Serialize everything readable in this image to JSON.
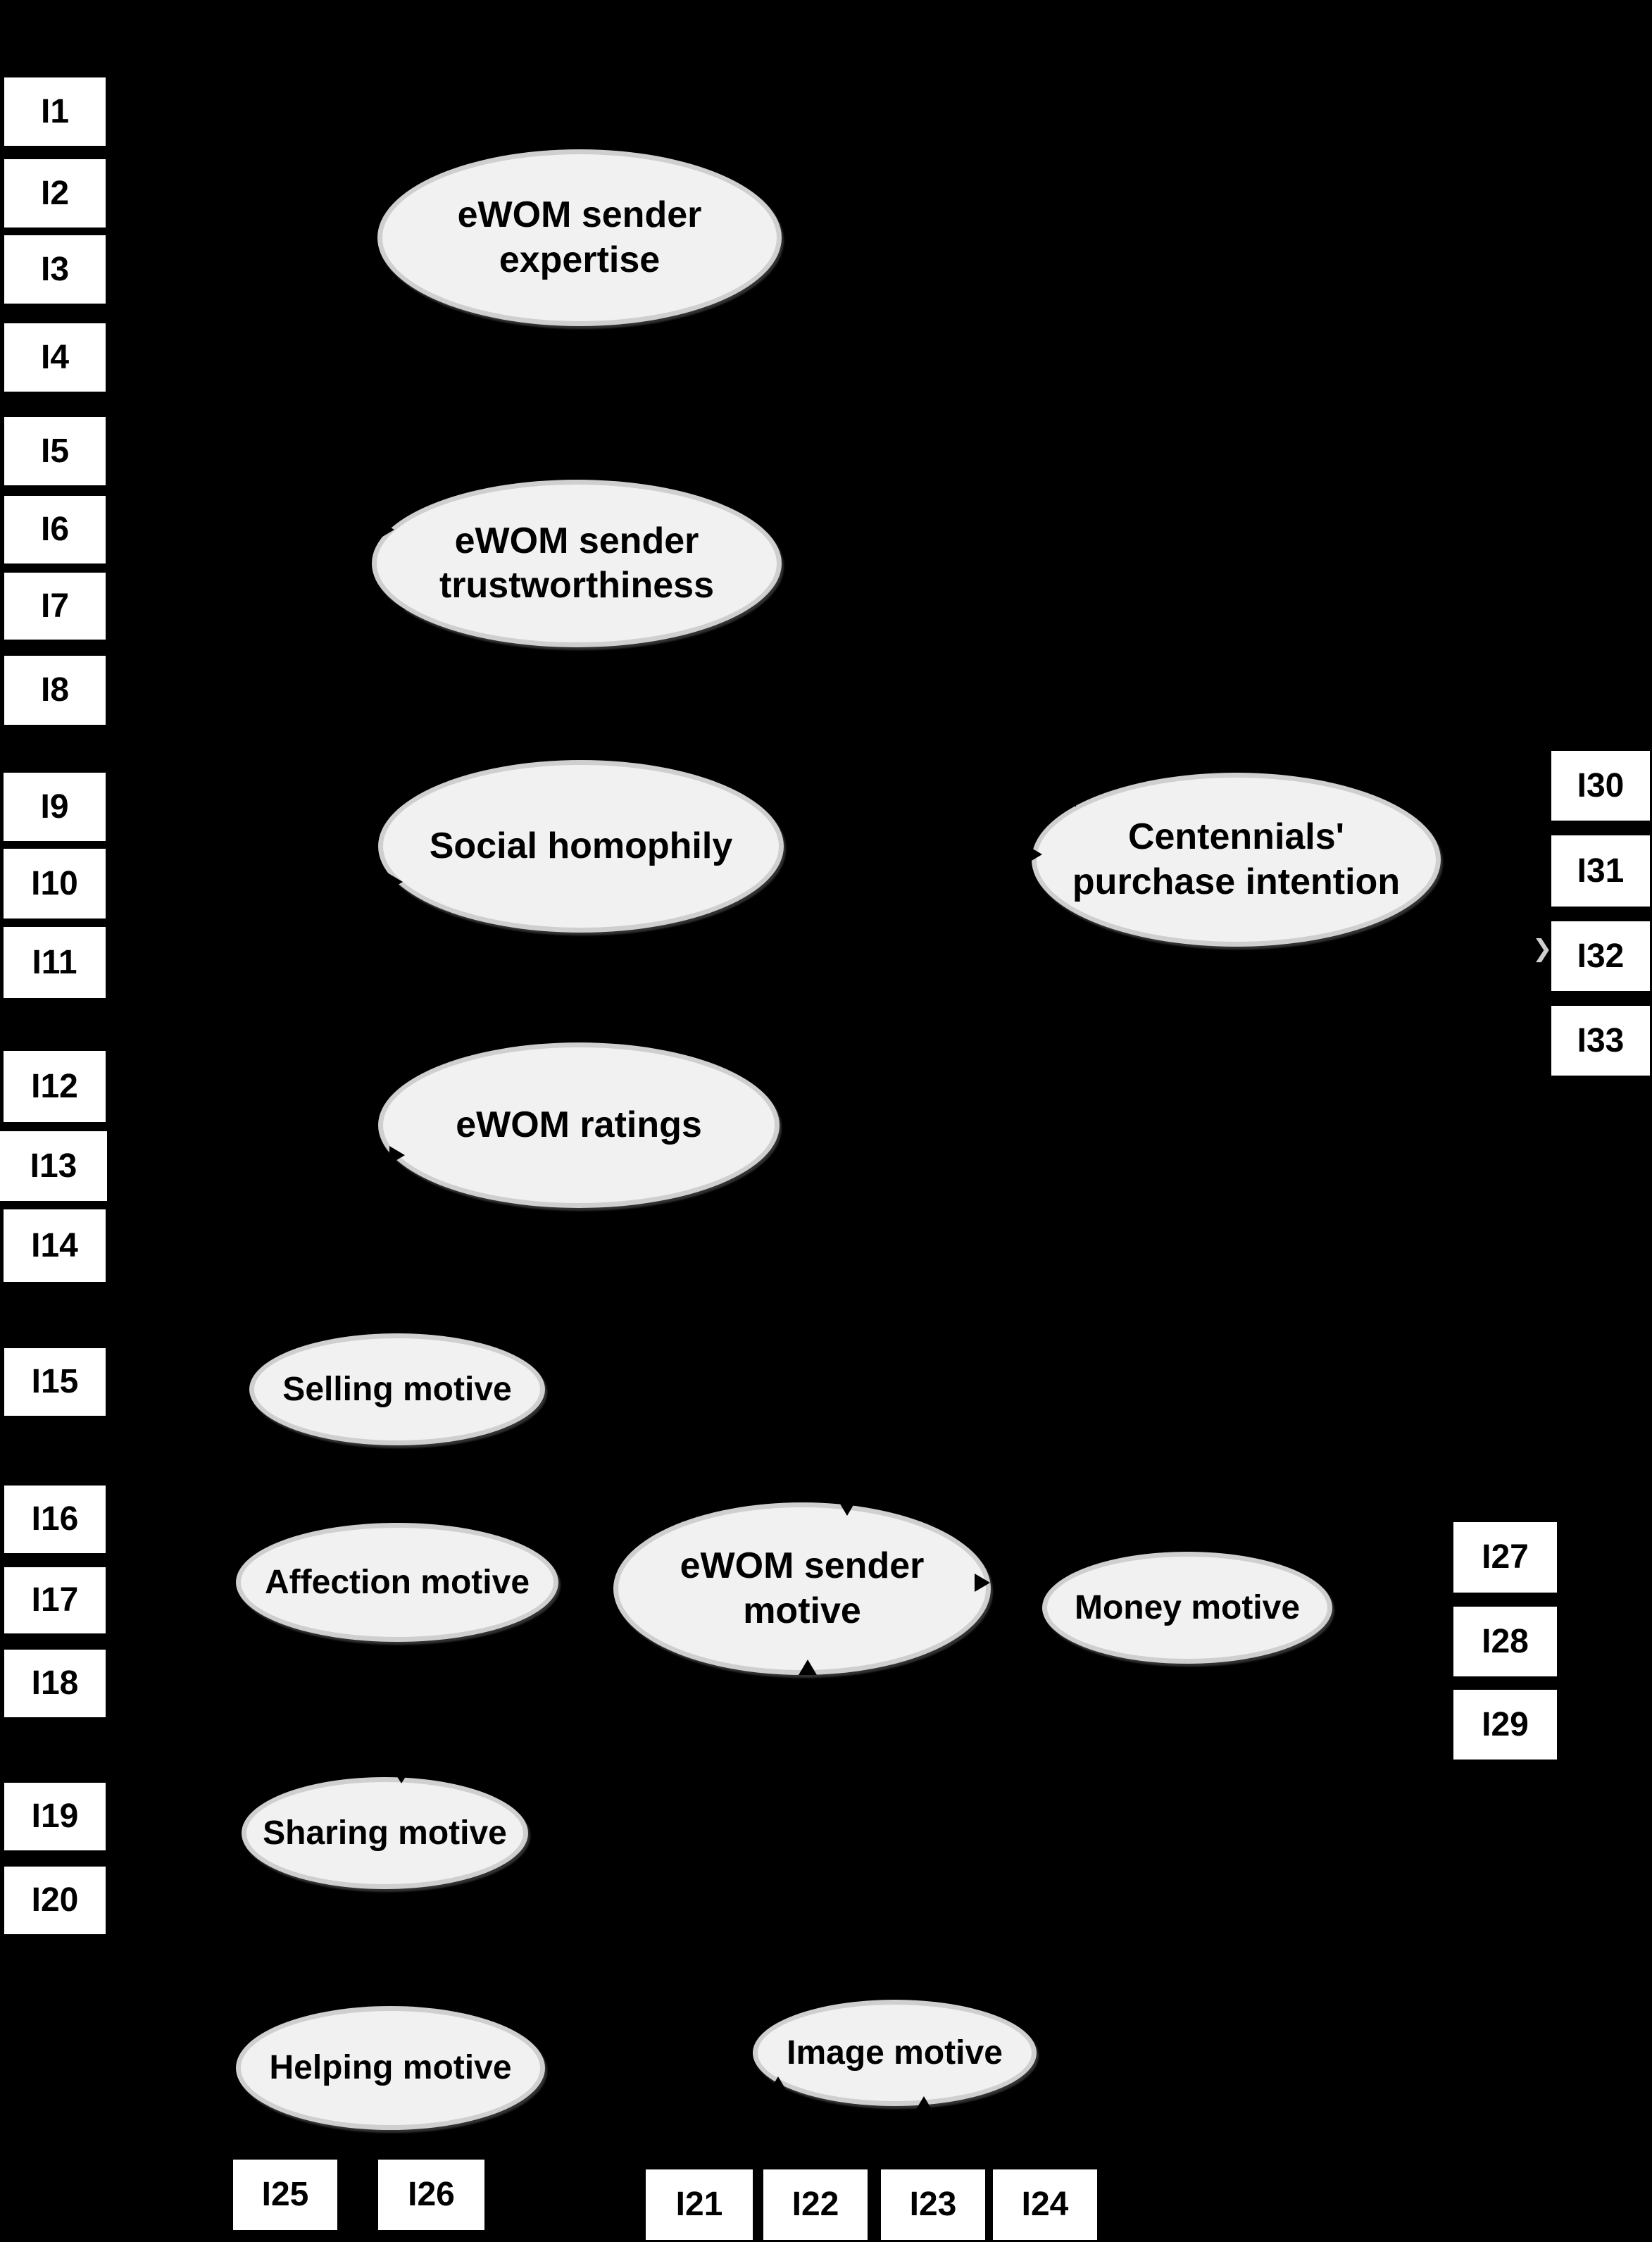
{
  "figure": {
    "type": "structural-equation-model-path-diagram",
    "background_color": "#000000",
    "ellipse_fill": "#f1f1f1",
    "ellipse_border": "#cfcfcf",
    "indicator_box_fill": "#ffffff",
    "text_color": "#000000"
  },
  "icons": {
    "arrowhead": "❯"
  },
  "latents": [
    {
      "label": "eWOM sender expertise"
    },
    {
      "label": "eWOM sender trustworthiness"
    },
    {
      "label": "Social homophily"
    },
    {
      "label": "eWOM ratings"
    },
    {
      "label": "Centennials' purchase intention"
    },
    {
      "label": "Selling motive"
    },
    {
      "label": "Affection motive"
    },
    {
      "label": "eWOM sender motive"
    },
    {
      "label": "Money motive"
    },
    {
      "label": "Sharing motive"
    },
    {
      "label": "Helping motive"
    },
    {
      "label": "Image motive"
    }
  ],
  "indicators": [
    {
      "label": "I1"
    },
    {
      "label": "I2"
    },
    {
      "label": "I3"
    },
    {
      "label": "I4"
    },
    {
      "label": "I5"
    },
    {
      "label": "I6"
    },
    {
      "label": "I7"
    },
    {
      "label": "I8"
    },
    {
      "label": "I9"
    },
    {
      "label": "I10"
    },
    {
      "label": "I11"
    },
    {
      "label": "I12"
    },
    {
      "label": "I13"
    },
    {
      "label": "I14"
    },
    {
      "label": "I15"
    },
    {
      "label": "I16"
    },
    {
      "label": "I17"
    },
    {
      "label": "I18"
    },
    {
      "label": "I19"
    },
    {
      "label": "I20"
    },
    {
      "label": "I21"
    },
    {
      "label": "I22"
    },
    {
      "label": "I23"
    },
    {
      "label": "I24"
    },
    {
      "label": "I25"
    },
    {
      "label": "I26"
    },
    {
      "label": "I27"
    },
    {
      "label": "I28"
    },
    {
      "label": "I29"
    },
    {
      "label": "I30"
    },
    {
      "label": "I31"
    },
    {
      "label": "I32"
    },
    {
      "label": "I33"
    }
  ]
}
